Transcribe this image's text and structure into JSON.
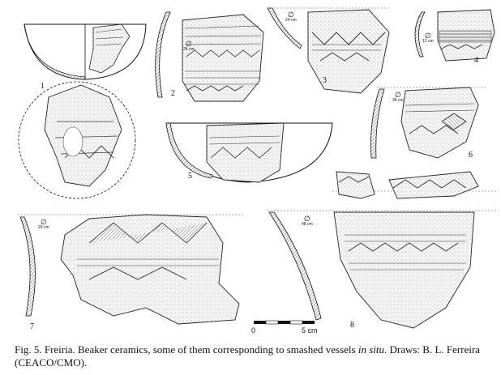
{
  "figure": {
    "items": [
      {
        "id": "1",
        "label": "1",
        "diameter": ""
      },
      {
        "id": "2",
        "label": "2",
        "diameter": "24 cm"
      },
      {
        "id": "3",
        "label": "3",
        "diameter": "24 cm"
      },
      {
        "id": "4",
        "label": "4",
        "diameter": "12 cm"
      },
      {
        "id": "5",
        "label": "5",
        "diameter": ""
      },
      {
        "id": "6",
        "label": "6",
        "diameter": "36 cm"
      },
      {
        "id": "7",
        "label": "7",
        "diameter": "23 cm"
      },
      {
        "id": "8",
        "label": "8",
        "diameter": "48 cm"
      }
    ],
    "diameter_symbol": "∅",
    "scale_bar": {
      "start": "0",
      "end": "5 cm"
    }
  },
  "caption": {
    "prefix": "Fig. 5.  Freiria. Beaker ceramics, some of them corresponding to smashed vessels ",
    "italic": "in situ",
    "suffix": ". Draws: B. L. Ferreira (CEACO/CMO)."
  }
}
